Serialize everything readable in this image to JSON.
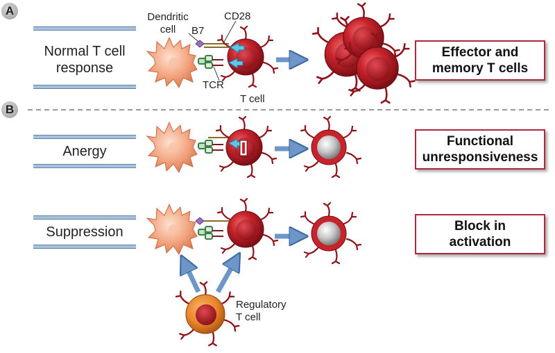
{
  "panels": {
    "a": {
      "badge": "A",
      "label_line1": "Normal T cell",
      "label_line2": "response",
      "outcome_line1": "Effector and",
      "outcome_line2": "memory T cells"
    },
    "b": {
      "badge": "B"
    }
  },
  "rows": {
    "anergy": {
      "label": "Anergy",
      "outcome_line1": "Functional",
      "outcome_line2": "unresponsiveness"
    },
    "suppression": {
      "label": "Suppression",
      "outcome_line1": "Block in",
      "outcome_line2": "activation"
    }
  },
  "annotations": {
    "dendritic_line1": "Dendritic",
    "dendritic_line2": "cell",
    "b7": "B7",
    "cd28": "CD28",
    "tcr": "TCR",
    "t_cell": "T cell",
    "regulatory_line1": "Regulatory",
    "regulatory_line2": "T cell"
  },
  "colors": {
    "t_cell_red": "#c0202a",
    "dendritic_peach": "#f4a883",
    "regulatory_orange": "#e8862c",
    "arrow_blue": "#6f96c8",
    "outcome_border": "#b0263a",
    "resting_gray": "#bdbdbd"
  }
}
